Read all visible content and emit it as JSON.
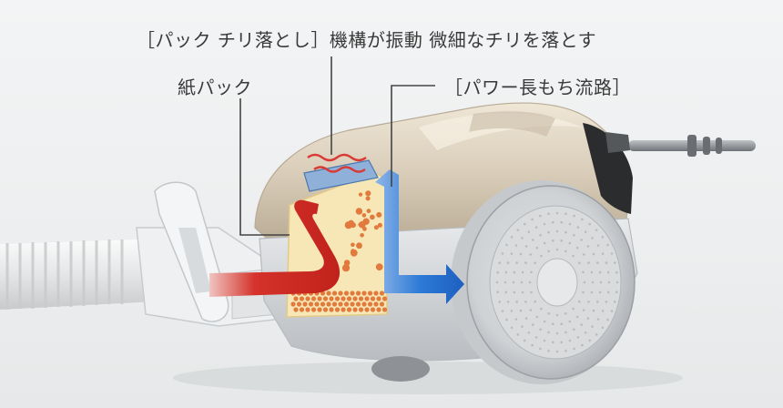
{
  "labels": {
    "dust_mechanism": "［パック チリ落とし］機構が振動 微細なチリを落とす",
    "paper_pack": "紙パック",
    "power_flow": "［パワー長もち流路］"
  },
  "colors": {
    "background": "#eef0f1",
    "body_champagne": "#d9cdb9",
    "body_grey": "#d3d6d9",
    "airflow_red": "#d4322a",
    "airflow_blue": "#1f6fd0",
    "pack_yellow": "#f7e7b7",
    "dust_orange": "#e17a3c",
    "vibration_red": "#d93a34",
    "leader_line": "#444444"
  }
}
